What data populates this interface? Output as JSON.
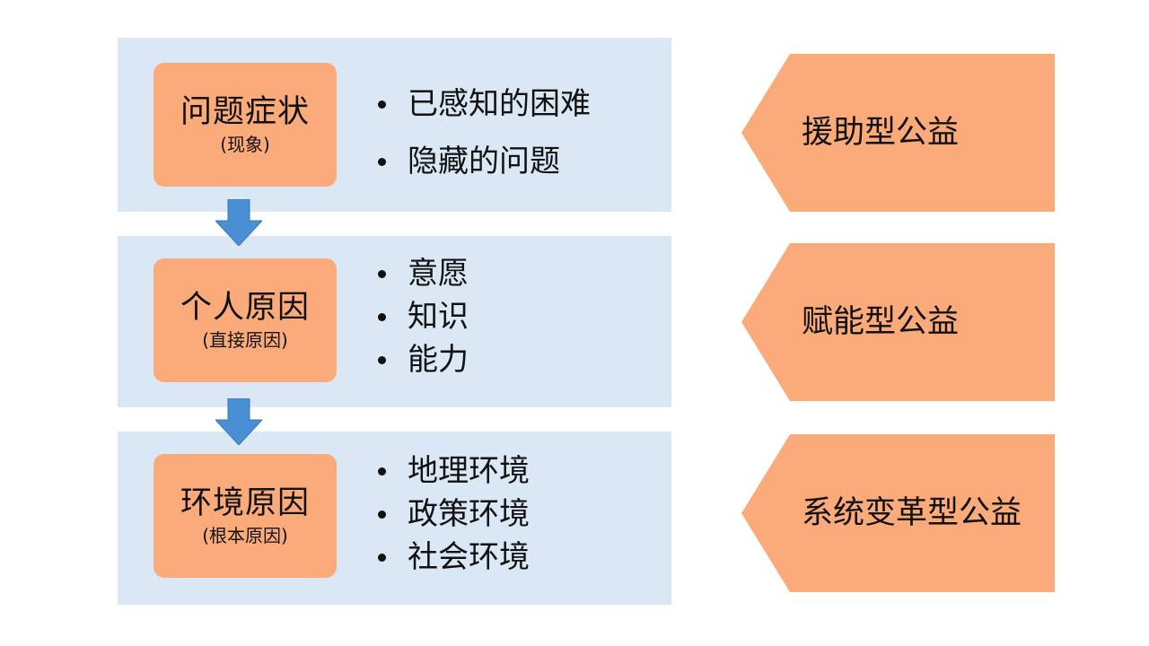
{
  "colors": {
    "band": "#DAE8F6",
    "box": "#FBAA7A",
    "arrow": "#4A8ED3"
  },
  "rows": [
    {
      "title": "问题症状",
      "subtitle": "(现象)",
      "bullets": [
        "已感知的困难",
        "隐藏的问题"
      ],
      "type": "援助型公益"
    },
    {
      "title": "个人原因",
      "subtitle": "(直接原因)",
      "bullets": [
        "意愿",
        "知识",
        "能力"
      ],
      "type": "赋能型公益"
    },
    {
      "title": "环境原因",
      "subtitle": "(根本原因)",
      "bullets": [
        "地理环境",
        "政策环境",
        "社会环境"
      ],
      "type": "系统变革型公益"
    }
  ]
}
